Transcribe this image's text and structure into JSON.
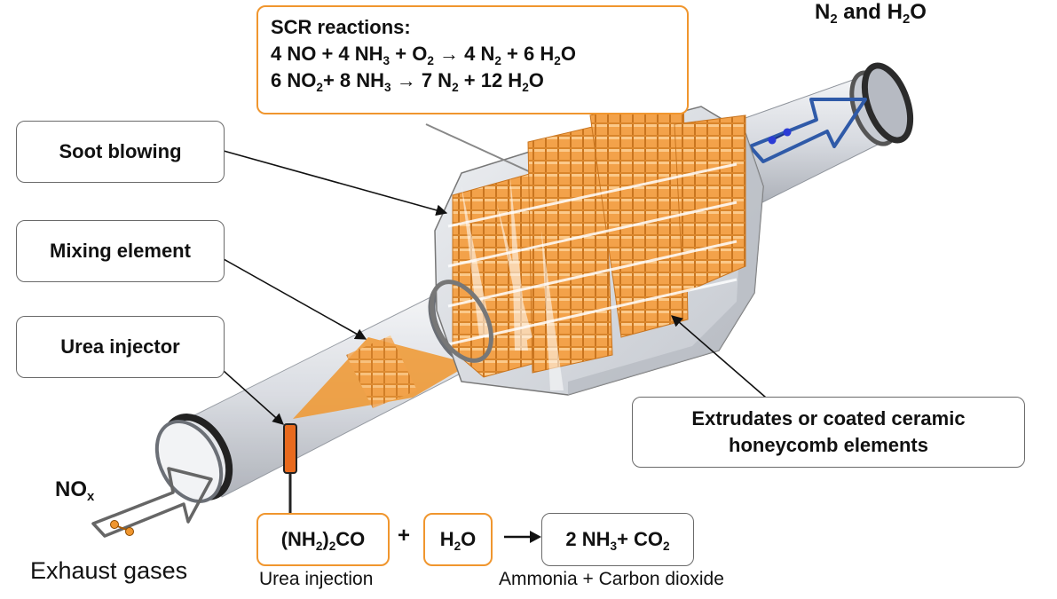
{
  "labels": {
    "soot_blowing": "Soot blowing",
    "mixing_element": "Mixing element",
    "urea_injector": "Urea injector",
    "extrudates": "Extrudates or coated ceramic honeycomb elements",
    "exhaust_gases": "Exhaust gases",
    "urea_injection": "Urea injection",
    "ammonia_co2": "Ammonia + Carbon dioxide"
  },
  "scr": {
    "title": "SCR reactions:",
    "reaction1": "4 NO + 4 NH3 + O2 → 4 N2 + 6 H2O",
    "reaction2": "6 NO2+ 8 NH3 → 7 N2 + 12 H2O"
  },
  "formulas": {
    "urea": "(NH2)2CO",
    "plus": "+",
    "water": "H2O",
    "products": "2 NH3+ CO2",
    "inlet": "NOx",
    "outlet": "N2 and H2O"
  },
  "colors": {
    "accent": "#f0962e",
    "catalyst": "#f3a24a",
    "pipe": "#d9dce2",
    "outlet_arrow": "#2f5aa8"
  }
}
